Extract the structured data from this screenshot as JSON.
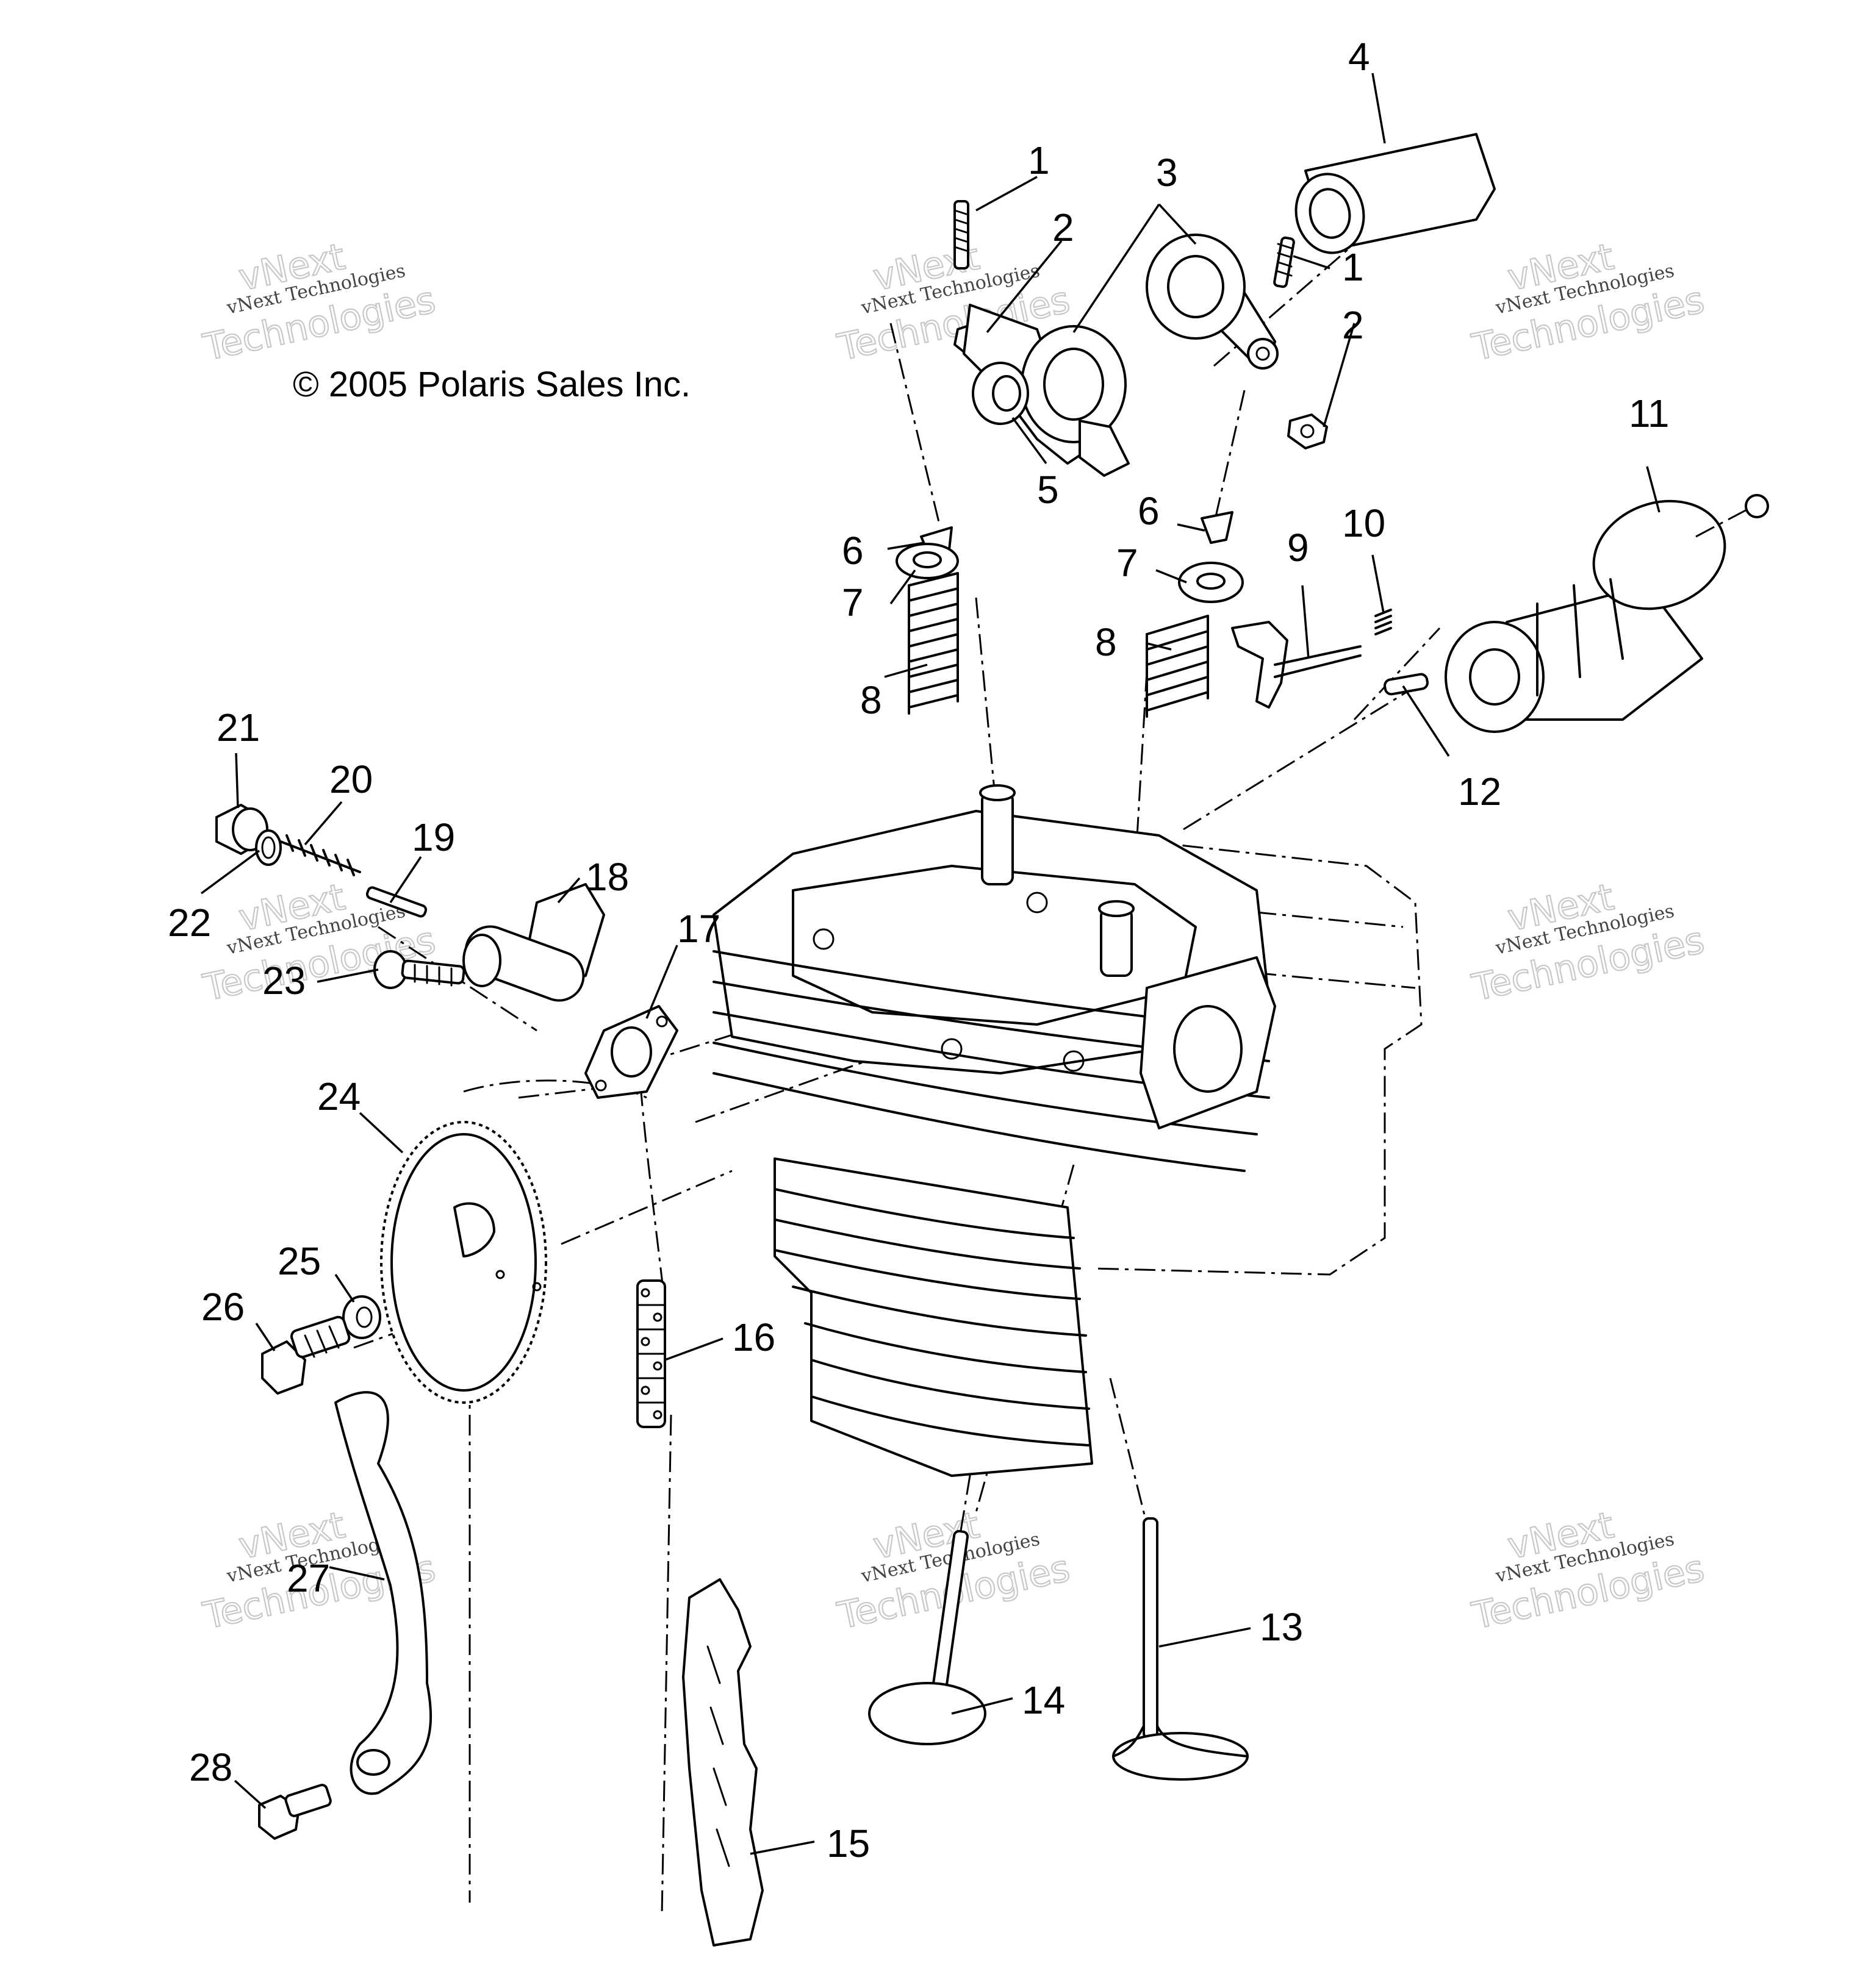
{
  "copyright": "© 2005 Polaris Sales Inc.",
  "watermark": {
    "brand": "vNext",
    "line": "vNext Technologies",
    "outline": "Technologies"
  },
  "callouts": [
    "1",
    "2",
    "3",
    "4",
    "1",
    "2",
    "5",
    "6",
    "7",
    "8",
    "6",
    "7",
    "8",
    "9",
    "10",
    "11",
    "12",
    "21",
    "20",
    "19",
    "18",
    "22",
    "17",
    "23",
    "24",
    "25",
    "26",
    "16",
    "27",
    "28",
    "14",
    "13",
    "15"
  ]
}
